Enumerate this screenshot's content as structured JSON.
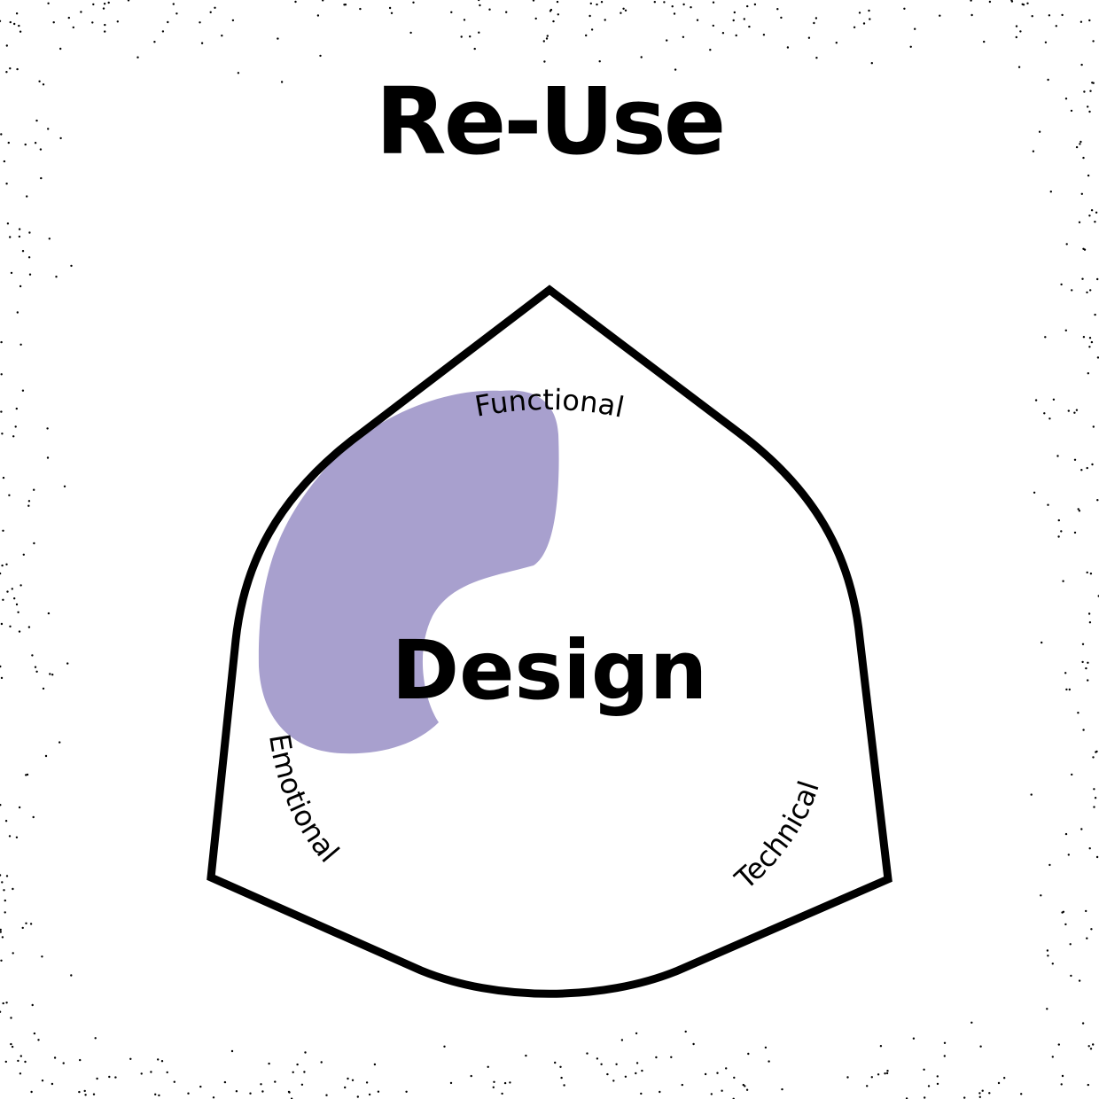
{
  "title": "Re-Use",
  "diagram": {
    "center_label": "Design",
    "labels": {
      "functional": "Functional",
      "emotional": "Emotional",
      "technical": "Technical"
    }
  },
  "colors": {
    "highlight_blob": "#a8a0ce",
    "outline": "#000000",
    "speckle": "#000000",
    "background": "#ffffff"
  }
}
